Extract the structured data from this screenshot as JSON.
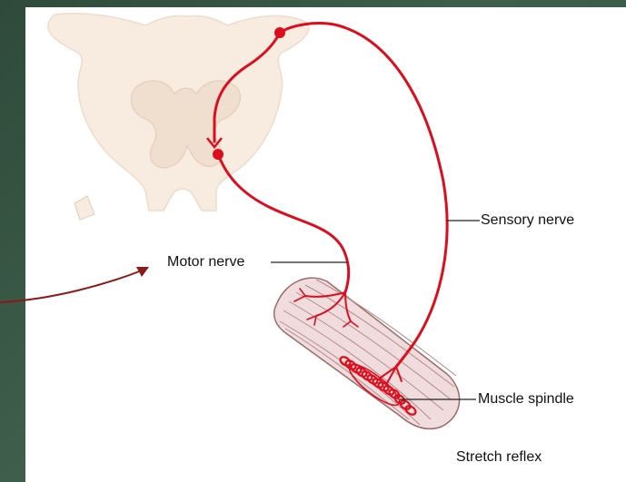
{
  "labels": {
    "motor_nerve": "Motor nerve",
    "sensory_nerve": "Sensory nerve",
    "muscle_spindle": "Muscle spindle",
    "caption": "Stretch reflex"
  },
  "colors": {
    "nerve": "#dc0e1e",
    "arrow": "#8b1a1a",
    "spinal_cord": "#f7e9dc",
    "gray_matter": "#efdccb",
    "muscle": "#ecd3d3",
    "muscle_stroke": "#9a6b6b",
    "background": "#3c5a48"
  },
  "icons": {
    "pointer_arrow": "curved-arrow-icon"
  }
}
